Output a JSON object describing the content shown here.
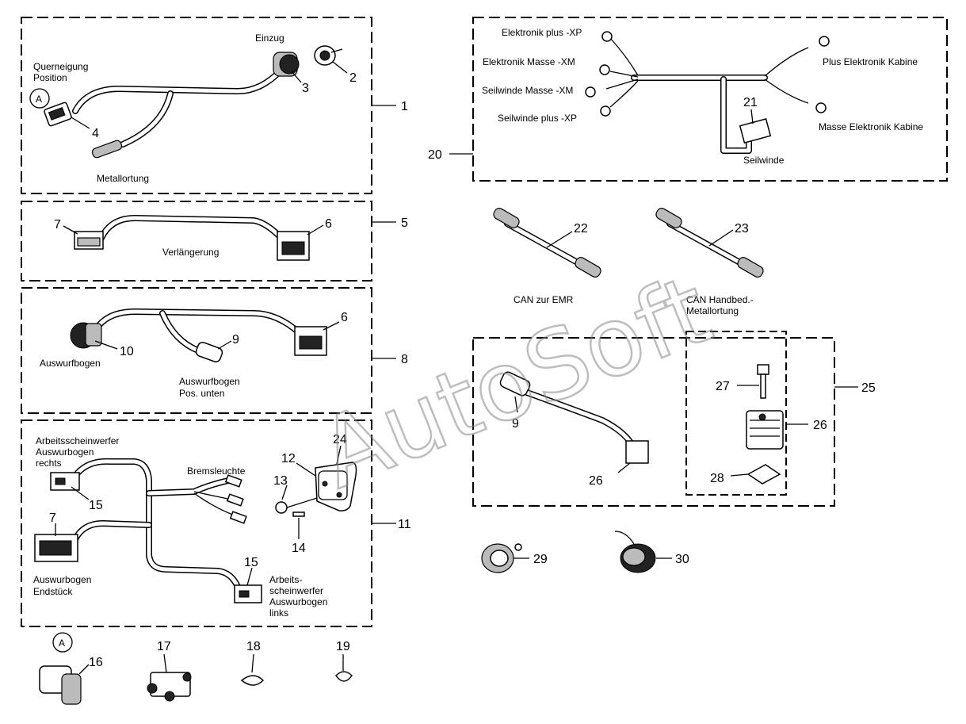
{
  "labels": {
    "querneigung": "Querneigung",
    "position": "Position",
    "einzug": "Einzug",
    "metallortung": "Metallortung",
    "verlaengerung": "Verlängerung",
    "auswurfbogen": "Auswurfbogen",
    "auswurfbogen_pos": "Auswurfbogen",
    "pos_unten": "Pos. unten",
    "arbeitsscheinwerfer_r1": "Arbeitsscheinwerfer",
    "arbeitsscheinwerfer_r2": "Auswurbogen",
    "arbeitsscheinwerfer_r3": "rechts",
    "bremsleuchte": "Bremsleuchte",
    "auswurbogen_end1": "Auswurbogen",
    "auswurbogen_end2": "Endstück",
    "arbeits_l1": "Arbeits-",
    "arbeits_l2": "scheinwerfer",
    "arbeits_l3": "Auswurbogen",
    "arbeits_l4": "links",
    "elektronik_plus": "Elektronik plus -XP",
    "elektronik_masse": "Elektronik Masse -XM",
    "seilwinde_masse": "Seilwinde Masse -XM",
    "seilwinde_plus": "Seilwinde plus -XP",
    "plus_kabine": "Plus Elektronik Kabine",
    "masse_kabine": "Masse Elektronik Kabine",
    "seilwinde": "Seilwinde",
    "can_emr": "CAN zur EMR",
    "can_handbed1": "CAN Handbed.-",
    "can_handbed2": "Metallortung",
    "marker_a": "A",
    "marker_a2": "A",
    "watermark": "AutoSoft"
  },
  "numbers": {
    "n1": "1",
    "n2": "2",
    "n3": "3",
    "n4": "4",
    "n5": "5",
    "n6": "6",
    "n6b": "6",
    "n7": "7",
    "n7b": "7",
    "n8": "8",
    "n9": "9",
    "n9b": "9",
    "n10": "10",
    "n11": "11",
    "n12": "12",
    "n13": "13",
    "n14": "14",
    "n15": "15",
    "n15b": "15",
    "n16": "16",
    "n17": "17",
    "n18": "18",
    "n19": "19",
    "n20": "20",
    "n21": "21",
    "n22": "22",
    "n23": "23",
    "n24": "24",
    "n25": "25",
    "n26": "26",
    "n26b": "26",
    "n27": "27",
    "n28": "28",
    "n29": "29",
    "n30": "30"
  }
}
